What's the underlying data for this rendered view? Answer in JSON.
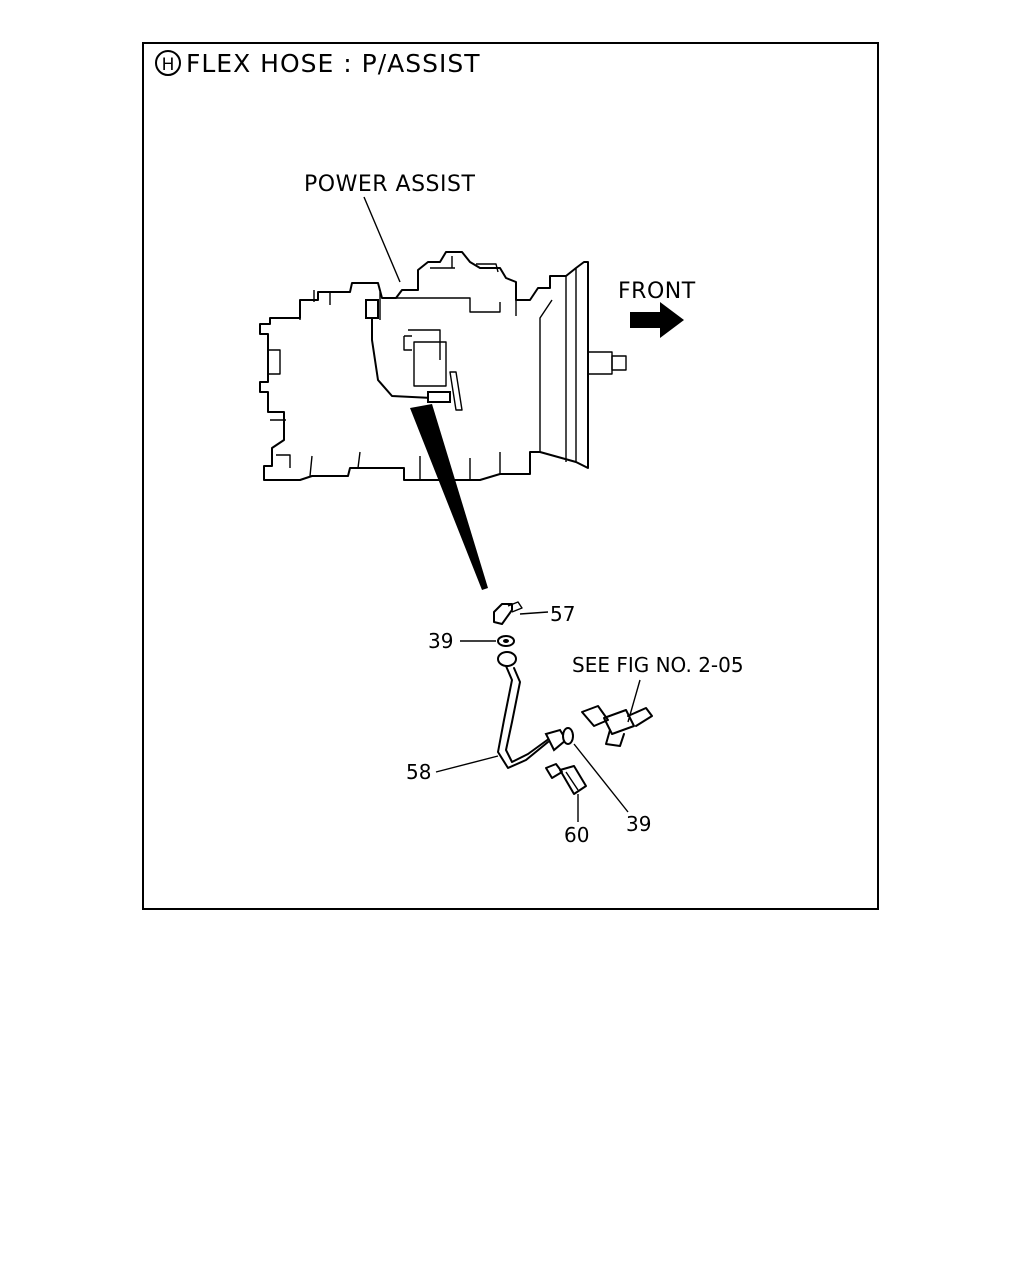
{
  "title": {
    "badge": "H",
    "text": "FLEX HOSE : P/ASSIST"
  },
  "callouts": {
    "power_assist": "POWER ASSIST",
    "front": "FRONT",
    "see_fig": "SEE FIG NO. 2-05"
  },
  "parts": [
    {
      "id": "p57",
      "number": "57"
    },
    {
      "id": "p39a",
      "number": "39"
    },
    {
      "id": "p58",
      "number": "58"
    },
    {
      "id": "p60",
      "number": "60"
    },
    {
      "id": "p39b",
      "number": "39"
    }
  ]
}
